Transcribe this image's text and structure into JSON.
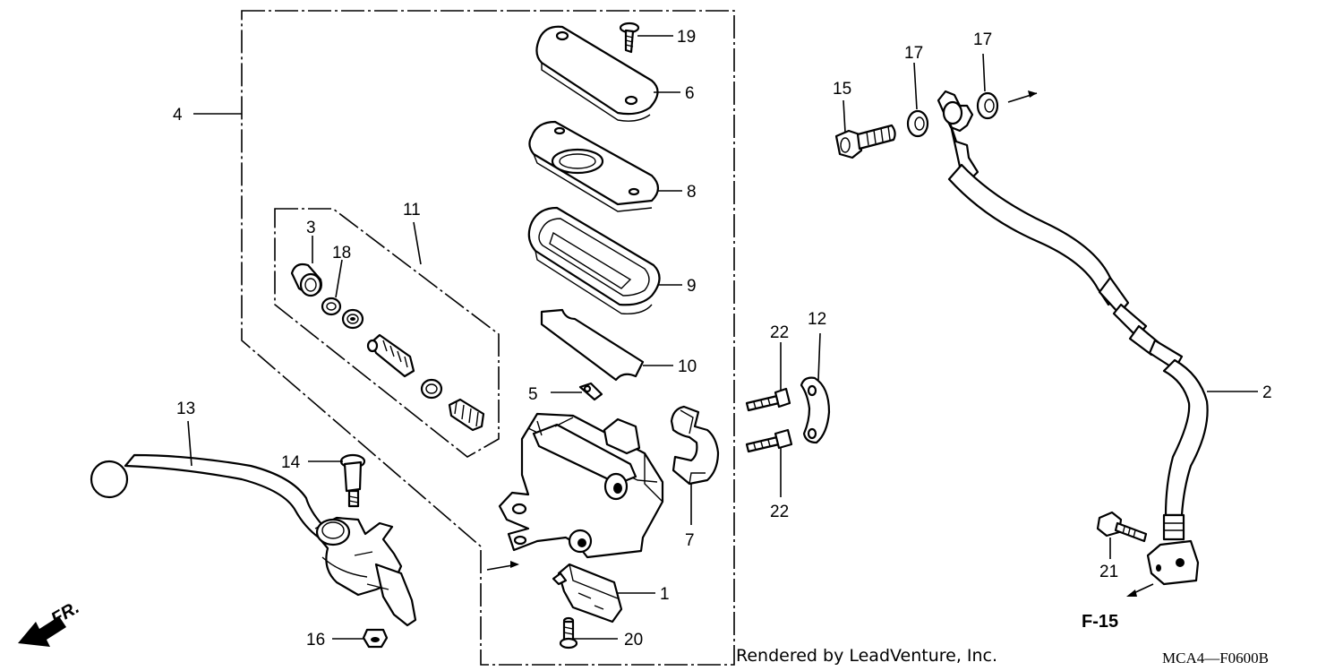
{
  "diagram": {
    "callouts": {
      "c1": "1",
      "c2": "2",
      "c3": "3",
      "c4": "4",
      "c5": "5",
      "c6": "6",
      "c7": "7",
      "c8": "8",
      "c9": "9",
      "c10": "10",
      "c11": "11",
      "c12": "12",
      "c13": "13",
      "c14": "14",
      "c15": "15",
      "c16": "16",
      "c17a": "17",
      "c17b": "17",
      "c18": "18",
      "c19": "19",
      "c20": "20",
      "c21": "21",
      "c22a": "22",
      "c22b": "22"
    },
    "front_marker": "FR.",
    "section_ref": "F-15",
    "credit": "Rendered by LeadVenture, Inc.",
    "diagram_code": "MCA4—F0600B"
  }
}
